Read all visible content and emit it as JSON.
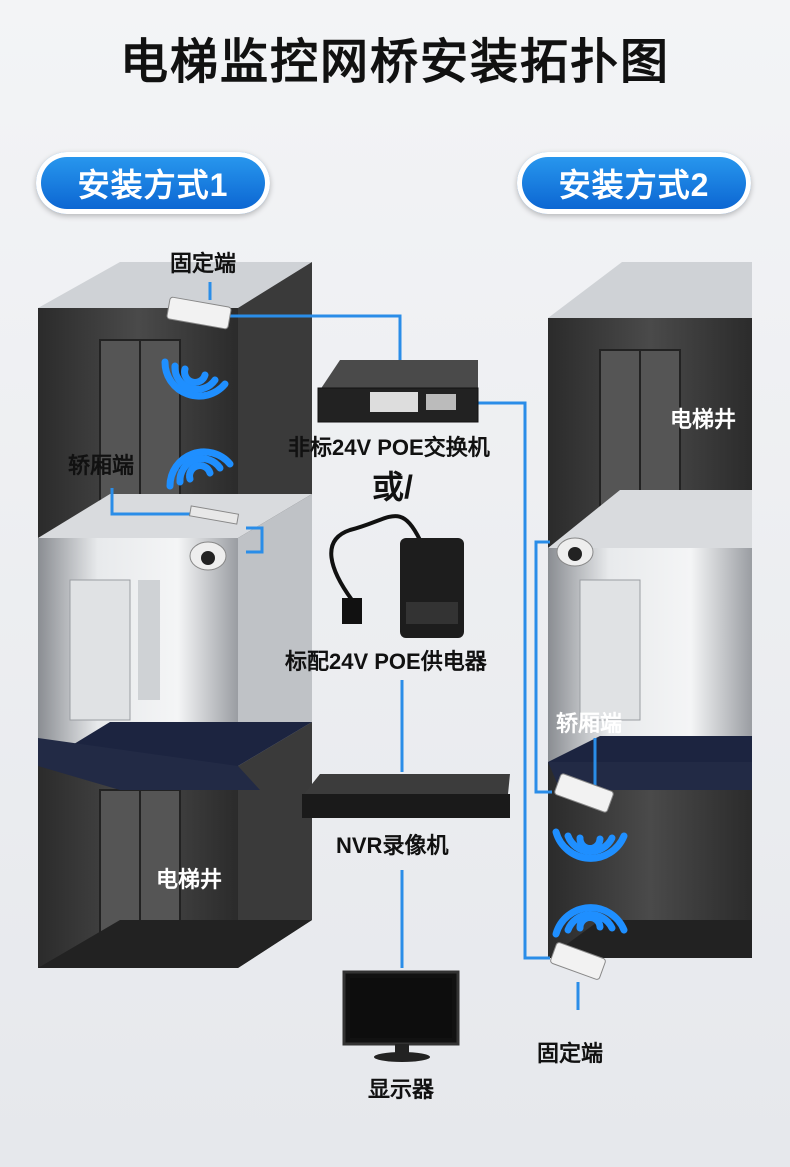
{
  "title": "电梯监控网桥安装拓扑图",
  "method1": "安装方式1",
  "method2": "安装方式2",
  "left": {
    "fixed_end": "固定端",
    "car_end": "轿厢端",
    "shaft": "电梯井"
  },
  "right": {
    "fixed_end": "固定端",
    "car_end": "轿厢端",
    "shaft": "电梯井"
  },
  "center": {
    "switch_label": "非标24V POE交换机",
    "or_label": "或/",
    "injector_label": "标配24V POE供电器",
    "nvr_label": "NVR录像机",
    "monitor_label": "显示器"
  },
  "colors": {
    "accent": "#1a7fe6",
    "line": "#2a8de8",
    "shaft": "#3a3a3a"
  }
}
